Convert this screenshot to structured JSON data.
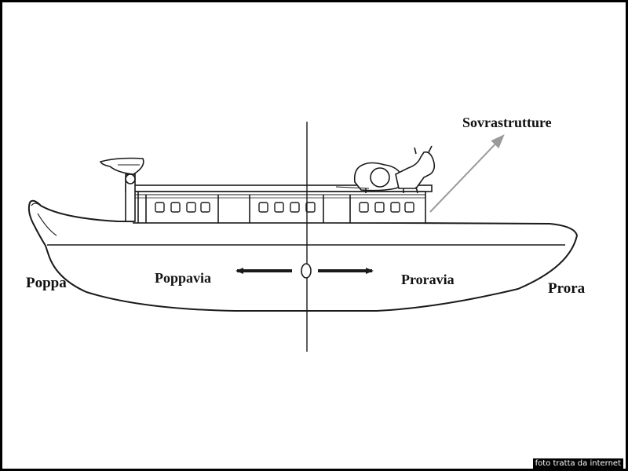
{
  "labels": {
    "poppa": "Poppa",
    "poppavia": "Poppavia",
    "proravia": "Proravia",
    "prora": "Prora",
    "sovrastrutture": "Sovrastrutture"
  },
  "credit": "foto tratta da internet",
  "colors": {
    "ink": "#1a1a1a",
    "arrow_gray": "#9a9a9a",
    "frame": "#000000"
  }
}
